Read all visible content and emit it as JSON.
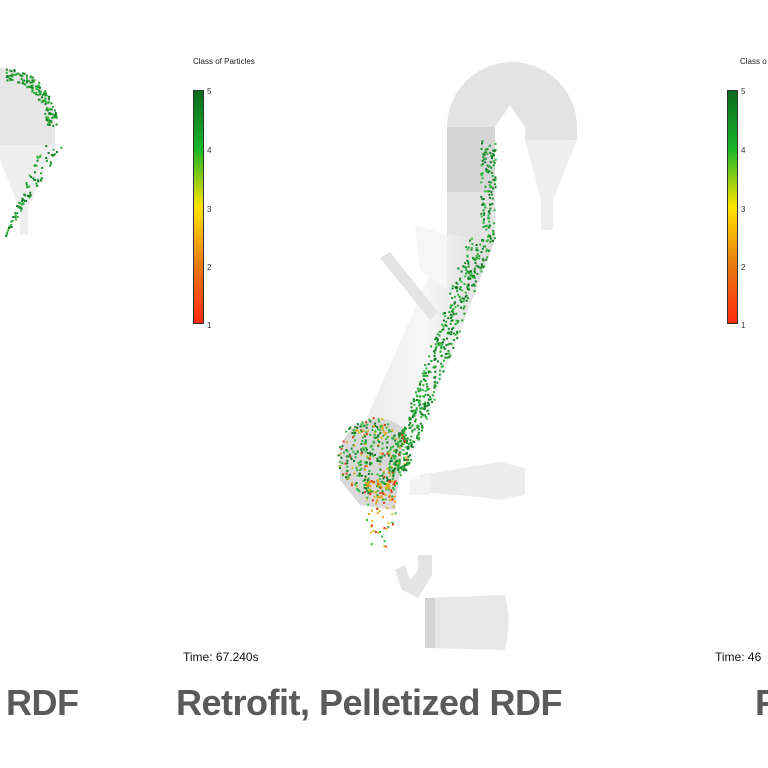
{
  "left_panel": {
    "caption": "RDF"
  },
  "center_panel": {
    "colorbar": {
      "title": "Class of Particles",
      "ticks": [
        "5",
        "4",
        "3",
        "2",
        "1"
      ],
      "min": 1,
      "max": 5,
      "colors": [
        "#ff2a10",
        "#e87a10",
        "#ffe400",
        "#19b52a",
        "#0a6a1c"
      ]
    },
    "time": "Time: 67.240s",
    "caption": "Retrofit, Pelletized RDF"
  },
  "right_panel": {
    "colorbar": {
      "title": "Class o",
      "ticks": [
        "5",
        "4",
        "3",
        "2",
        "1"
      ]
    },
    "time": "Time: 46",
    "caption": "F"
  }
}
